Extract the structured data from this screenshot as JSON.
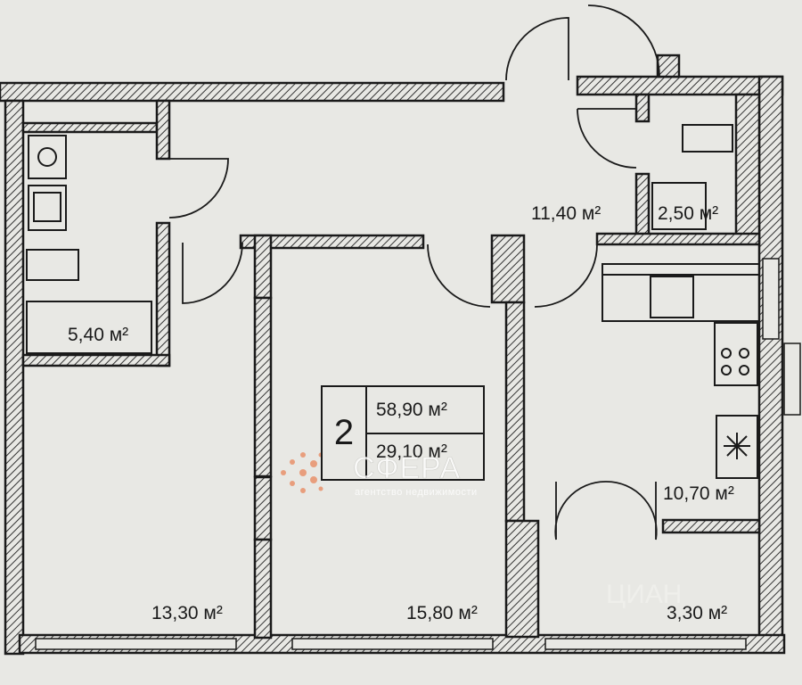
{
  "plan": {
    "rooms_count": "2",
    "total_area": "58,90 м²",
    "living_area": "29,10 м²",
    "room_areas": {
      "bathroom": "5,40 м²",
      "hall": "11,40 м²",
      "wc": "2,50 м²",
      "kitchen": "10,70 м²",
      "bedroom_left": "13,30 м²",
      "bedroom_middle": "15,80 м²",
      "storage": "3,30 м²"
    }
  },
  "watermark": {
    "brand": "СФЕРА",
    "tagline": "агентство недвижимости",
    "brand_color": "#e8632a",
    "secondary": "ЦИАН"
  },
  "colors": {
    "background": "#e8e8e4",
    "wall": "#1a1a1a",
    "hatch": "#555555"
  }
}
